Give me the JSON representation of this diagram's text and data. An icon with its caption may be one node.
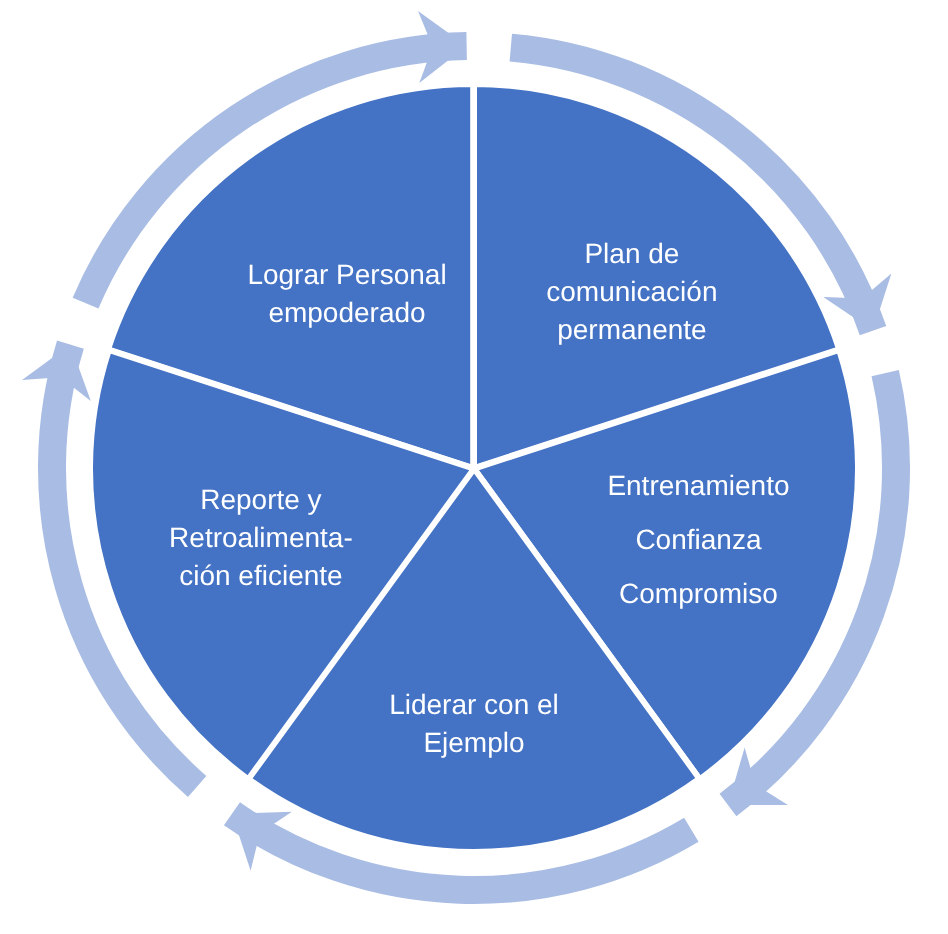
{
  "diagram": {
    "nodes": [
      {
        "text": [
          "Lograr Personal empoderado"
        ]
      },
      {
        "text": [
          "Plan de comunicación permanente"
        ]
      },
      {
        "text": [
          "Entrenamiento",
          "Confianza",
          "Compromiso"
        ]
      },
      {
        "text": [
          "Liderar con el Ejemplo"
        ]
      },
      {
        "text": [
          "Reporte y Retroalimenta-ción eficiente"
        ]
      }
    ]
  }
}
